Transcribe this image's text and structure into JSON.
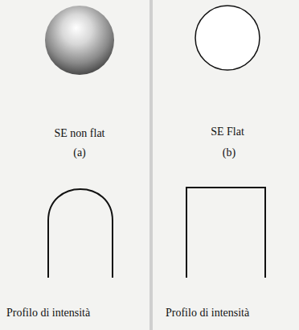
{
  "diagram": {
    "labels": [
      "SE non flat",
      "(a)",
      "Profilo di intensità",
      "SE Flat",
      "(b)",
      "Profilo di intensità"
    ]
  }
}
